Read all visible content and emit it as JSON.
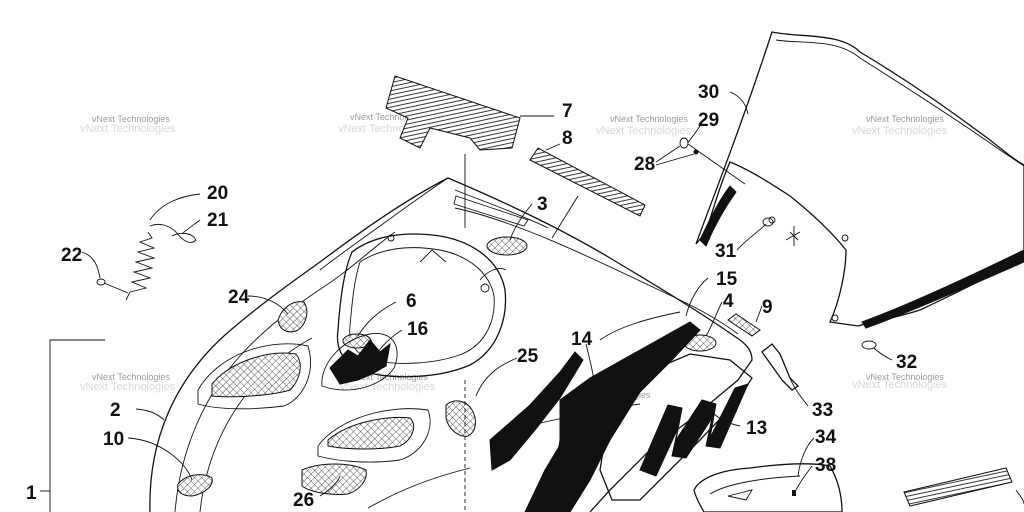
{
  "diagram": {
    "callouts": [
      {
        "id": "c1",
        "label": "1"
      },
      {
        "id": "c2",
        "label": "2"
      },
      {
        "id": "c3",
        "label": "3"
      },
      {
        "id": "c4",
        "label": "4"
      },
      {
        "id": "c6",
        "label": "6"
      },
      {
        "id": "c7",
        "label": "7"
      },
      {
        "id": "c8",
        "label": "8"
      },
      {
        "id": "c9",
        "label": "9"
      },
      {
        "id": "c10",
        "label": "10"
      },
      {
        "id": "c13",
        "label": "13"
      },
      {
        "id": "c14",
        "label": "14"
      },
      {
        "id": "c15",
        "label": "15"
      },
      {
        "id": "c16",
        "label": "16"
      },
      {
        "id": "c20",
        "label": "20"
      },
      {
        "id": "c21",
        "label": "21"
      },
      {
        "id": "c22",
        "label": "22"
      },
      {
        "id": "c24",
        "label": "24"
      },
      {
        "id": "c25",
        "label": "25"
      },
      {
        "id": "c26",
        "label": "26"
      },
      {
        "id": "c28",
        "label": "28"
      },
      {
        "id": "c29",
        "label": "29"
      },
      {
        "id": "c30",
        "label": "30"
      },
      {
        "id": "c31",
        "label": "31"
      },
      {
        "id": "c32",
        "label": "32"
      },
      {
        "id": "c33",
        "label": "33"
      },
      {
        "id": "c34",
        "label": "34"
      },
      {
        "id": "c38",
        "label": "38"
      }
    ],
    "watermark": {
      "text": "vNext Technologies",
      "line1": "vNext",
      "line2": "Technologies"
    }
  }
}
